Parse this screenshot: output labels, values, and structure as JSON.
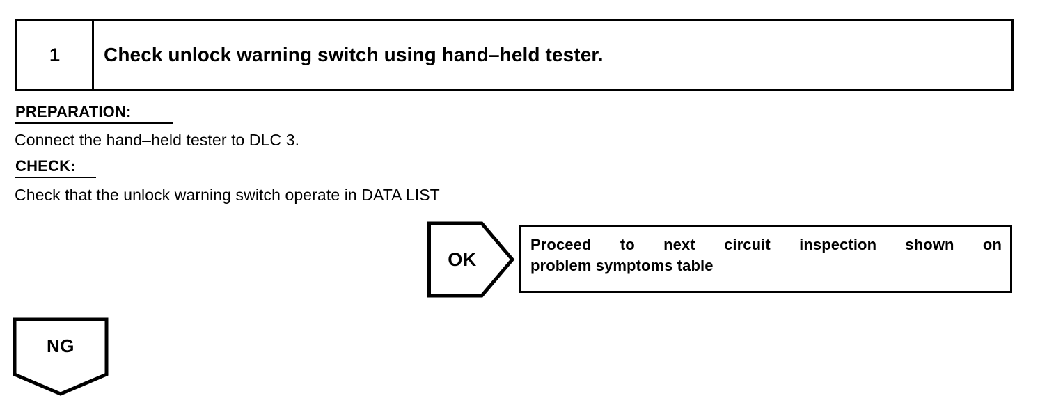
{
  "document": {
    "type": "automotive-diagnostic-flowchart-step"
  },
  "step": {
    "number": "1",
    "title": "Check unlock warning switch using hand–held tester."
  },
  "preparation": {
    "heading": "PREPARATION:",
    "text": "Connect the hand–held tester to DLC 3."
  },
  "check": {
    "heading": "CHECK:",
    "text": "Check that the unlock warning switch operate in DATA LIST"
  },
  "ok_branch": {
    "marker": "OK",
    "result_line1": "Proceed to next circuit inspection shown on",
    "result_line2": "problem symptoms table"
  },
  "ng_branch": {
    "marker": "NG"
  },
  "colors": {
    "ink": "#000000",
    "page": "#ffffff"
  }
}
